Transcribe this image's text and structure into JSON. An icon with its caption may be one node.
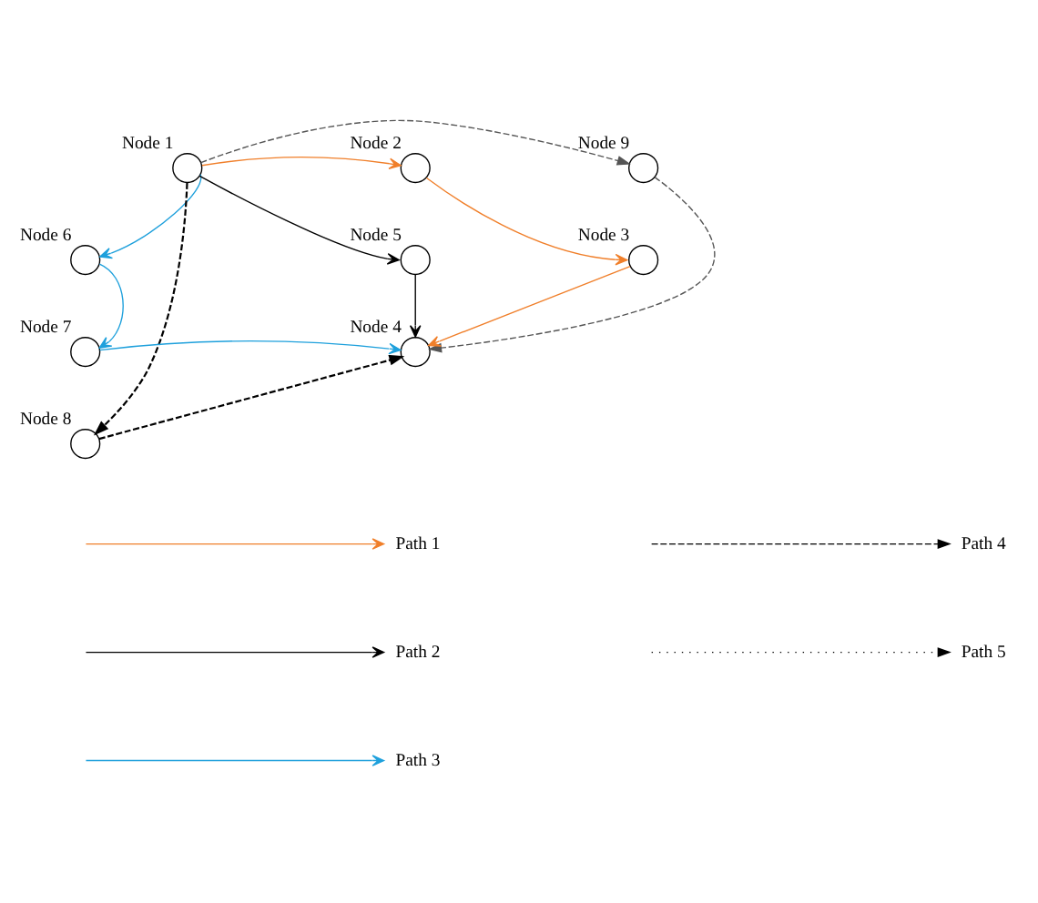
{
  "diagram": {
    "nodes": [
      {
        "text": [],
        "shape": "circle",
        "beside": [
          "Node 1"
        ]
      },
      {
        "text": [],
        "shape": "circle",
        "beside": [
          "Node 2"
        ]
      },
      {
        "text": [],
        "shape": "circle",
        "beside": [
          "Node 9"
        ]
      },
      {
        "text": [],
        "shape": "circle",
        "beside": [
          "Node 6"
        ]
      },
      {
        "text": [],
        "shape": "circle",
        "beside": [
          "Node 5"
        ]
      },
      {
        "text": [],
        "shape": "circle",
        "beside": [
          "Node 3"
        ]
      },
      {
        "text": [],
        "shape": "circle",
        "beside": [
          "Node 7"
        ]
      },
      {
        "text": [],
        "shape": "circle",
        "beside": [
          "Node 4"
        ]
      },
      {
        "text": [],
        "shape": "circle",
        "beside": [
          "Node 8"
        ]
      }
    ],
    "edges": [
      {
        "from": 0,
        "to": 1,
        "arrow": "to",
        "color": "#f07f2a"
      },
      {
        "from": 1,
        "to": 5,
        "arrow": "to",
        "color": "#f07f2a"
      },
      {
        "from": 5,
        "to": 7,
        "arrow": "to",
        "color": "#f07f2a"
      },
      {
        "from": 0,
        "to": 4,
        "arrow": "to"
      },
      {
        "from": 4,
        "to": 7,
        "arrow": "to"
      },
      {
        "from": 0,
        "to": 3,
        "arrow": "to",
        "color": "#1ea0dc"
      },
      {
        "from": 3,
        "to": 6,
        "arrow": "to",
        "color": "#1ea0dc"
      },
      {
        "from": 6,
        "to": 7,
        "arrow": "to",
        "color": "#1ea0dc"
      },
      {
        "from": 0,
        "to": 8,
        "arrow": "to",
        "style": "dashed"
      },
      {
        "from": 8,
        "to": 7,
        "arrow": "to",
        "style": "dashed"
      },
      {
        "from": 0,
        "to": 2,
        "arrow": "to",
        "style": "dashed",
        "color": "#555555"
      },
      {
        "from": 2,
        "to": 7,
        "arrow": "to",
        "style": "dashed",
        "color": "#555555"
      }
    ],
    "legend": [
      {
        "text": "Path 1"
      },
      {
        "text": "Path 2"
      },
      {
        "text": "Path 3"
      },
      {
        "text": "Path 4"
      },
      {
        "text": "Path 5"
      }
    ]
  }
}
